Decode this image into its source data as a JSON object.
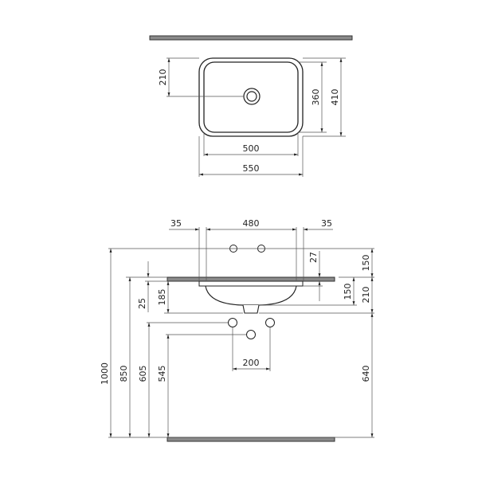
{
  "colors": {
    "line": "#333333",
    "dim": "#555555",
    "slab_fill": "#8a8a8a",
    "slab_stroke": "#333333",
    "background": "#ffffff"
  },
  "top_view": {
    "dim_drain_offset": "210",
    "dim_inner_depth": "360",
    "dim_outer_depth": "410",
    "dim_inner_width": "500",
    "dim_outer_width": "550"
  },
  "front_view": {
    "dim_left_margin": "35",
    "dim_cutout_width": "480",
    "dim_right_margin": "35",
    "dim_tap_gap": "27",
    "dim_top_150": "150",
    "dim_bowl_150": "150",
    "dim_210": "210",
    "dim_25": "25",
    "dim_185": "185",
    "dim_valve_spacing": "200",
    "dim_1000": "1000",
    "dim_850": "850",
    "dim_605": "605",
    "dim_545": "545",
    "dim_640": "640"
  }
}
